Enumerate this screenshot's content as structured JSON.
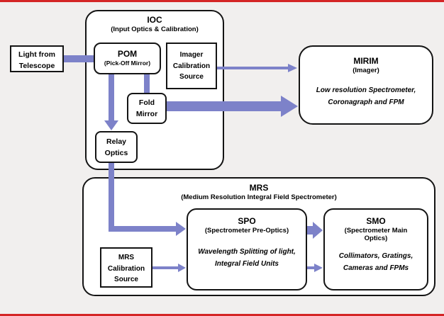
{
  "colors": {
    "arrow": "#7d82c9",
    "box_border": "#141414",
    "frame_line": "#d42525",
    "background": "#f1efee"
  },
  "boxes": {
    "light_from_telescope": {
      "line1": "Light from",
      "line2": "Telescope"
    },
    "ioc": {
      "title": "IOC",
      "subtitle": "(Input Optics & Calibration)"
    },
    "pom": {
      "title": "POM",
      "subtitle": "(Pick-Off Mirror)"
    },
    "imager_calibration_source": {
      "line1": "Imager",
      "line2": "Calibration",
      "line3": "Source"
    },
    "fold_mirror": {
      "line1": "Fold",
      "line2": "Mirror"
    },
    "relay_optics": {
      "line1": "Relay",
      "line2": "Optics"
    },
    "mirim": {
      "title": "MIRIM",
      "subtitle": "(Imager)",
      "desc1": "Low resolution Spectrometer,",
      "desc2": "Coronagraph and FPM"
    },
    "mrs": {
      "title": "MRS",
      "subtitle": "(Medium Resolution Integral Field Spectrometer)"
    },
    "mrs_calibration_source": {
      "line1": "MRS",
      "line2": "Calibration",
      "line3": "Source"
    },
    "spo": {
      "title": "SPO",
      "subtitle": "(Spectrometer Pre-Optics)",
      "desc1": "Wavelength Splitting of light,",
      "desc2": "Integral Field Units"
    },
    "smo": {
      "title": "SMO",
      "subtitle": "(Spectrometer Main Optics)",
      "desc1": "Collimators, Gratings,",
      "desc2": "Cameras and FPMs"
    }
  }
}
